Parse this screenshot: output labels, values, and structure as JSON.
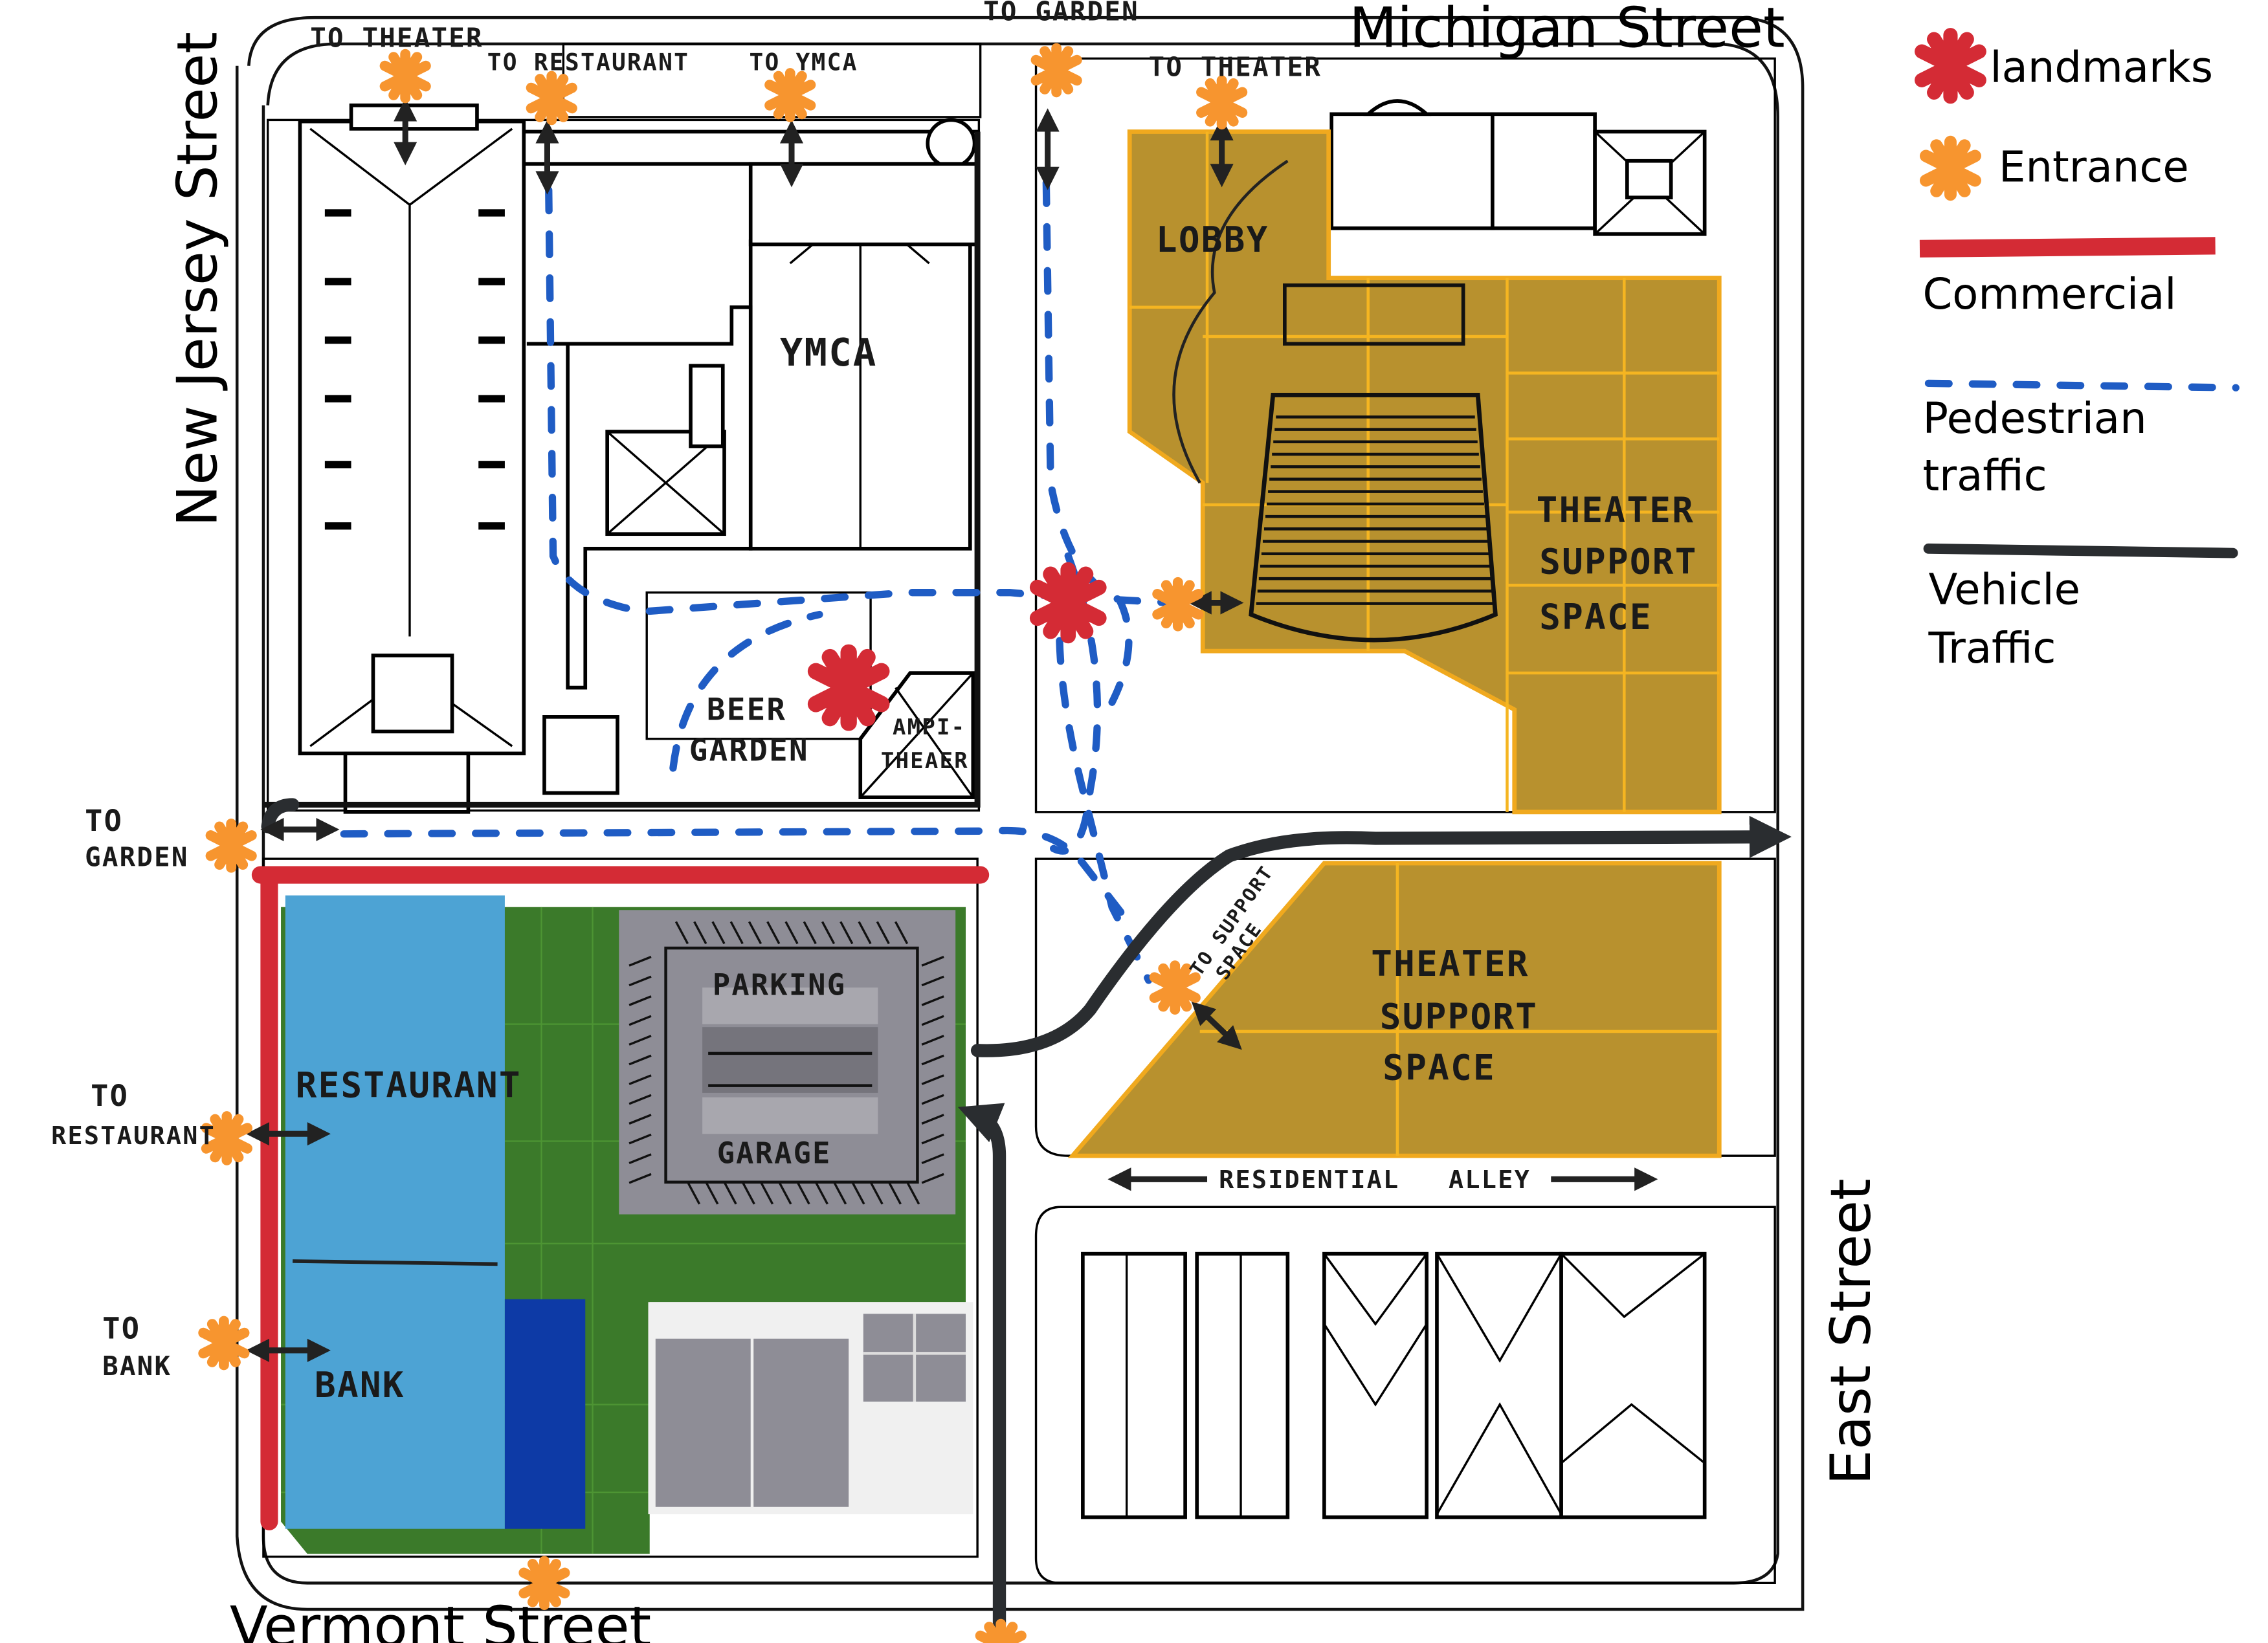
{
  "streets": {
    "north": "Michigan Street",
    "west": "New Jersey Street",
    "south": "Vermont Street",
    "east": "East Street"
  },
  "legend": {
    "items": [
      {
        "label": "landmarks",
        "symbol": "red-asterisk",
        "color": "#d42b35"
      },
      {
        "label": "Entrance",
        "symbol": "orange-asterisk",
        "color": "#f7952f"
      },
      {
        "label": "Commercial",
        "symbol": "red-line",
        "color": "#d42b35"
      },
      {
        "label_line1": "Pedestrian",
        "label_line2": "traffic",
        "symbol": "blue-dashed-line",
        "color": "#1f5cc4"
      },
      {
        "label_line1": "Vehicle",
        "label_line2": "Traffic",
        "symbol": "black-line",
        "color": "#2a2d30"
      }
    ]
  },
  "colors": {
    "theater_space": "#b8912e",
    "theater_outline": "#f0a91e",
    "restaurant_bank": "#4da3d4",
    "dark_blue": "#0d3aa6",
    "green_space": "#3b7a2a",
    "parking": "#8e8d96",
    "landmark": "#d42b35",
    "entrance": "#f7952f",
    "pedestrian": "#1f5cc4",
    "vehicle": "#2a2d30",
    "commercial": "#d42b35"
  },
  "entrance_labels": {
    "to_theater_nw": "TO THEATER",
    "to_restaurant_top": "TO RESTAURANT",
    "to_ymca": "TO YMCA",
    "to_garden_top": "TO GARDEN",
    "to_theater_ne": "TO THEATER",
    "to_garden_left_1": "TO",
    "to_garden_left_2": "GARDEN",
    "to_restaurant_left_1": "TO",
    "to_restaurant_left_2": "RESTAURANT",
    "to_bank_left_1": "TO",
    "to_bank_left_2": "BANK",
    "to_support_1": "TO SUPPORT",
    "to_support_2": "SPACE"
  },
  "areas": {
    "ymca": "YMCA",
    "lobby": "LOBBY",
    "theater_support_1": [
      "THEATER",
      "SUPPORT",
      "SPACE"
    ],
    "theater_support_2": [
      "THEATER",
      "SUPPORT",
      "SPACE"
    ],
    "beer_garden": [
      "BEER",
      "GARDEN"
    ],
    "amphitheater": [
      "AMPI-",
      "THEAER"
    ],
    "parking_garage": [
      "PARKING",
      "GARAGE"
    ],
    "restaurant": "RESTAURANT",
    "bank": "BANK",
    "residential_alley": [
      "RESIDENTIAL",
      "ALLEY"
    ]
  }
}
